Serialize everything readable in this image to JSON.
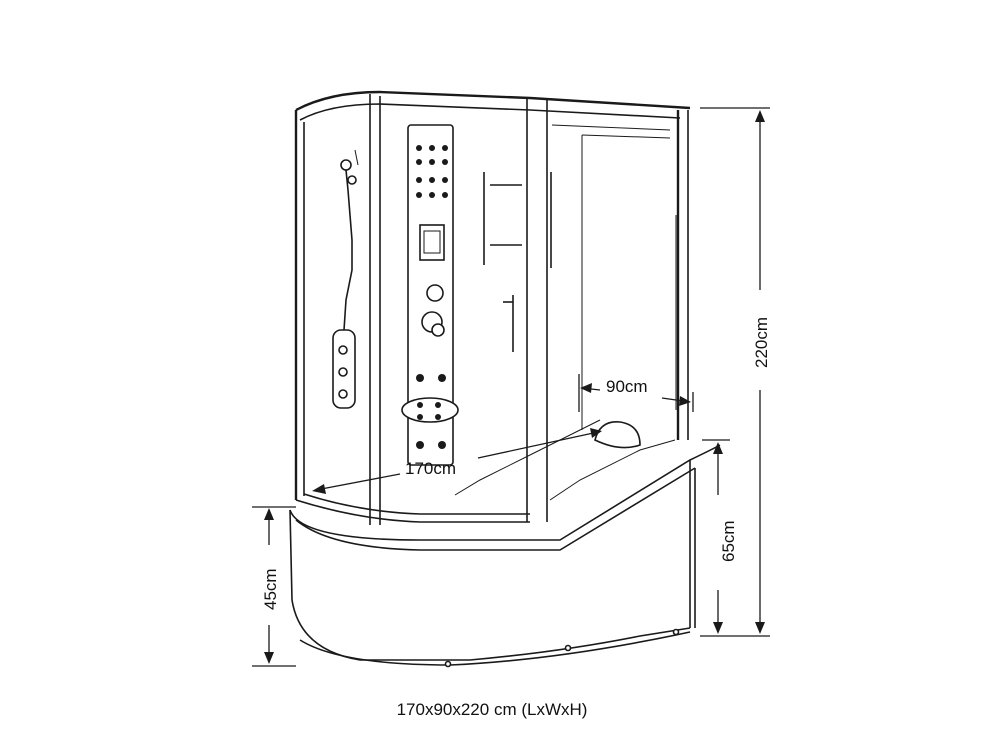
{
  "dimensions": {
    "length": "170cm",
    "width": "90cm",
    "height": "220cm",
    "tray_height": "65cm",
    "seat_height": "45cm"
  },
  "caption": "170x90x220 cm (LxWxH)"
}
